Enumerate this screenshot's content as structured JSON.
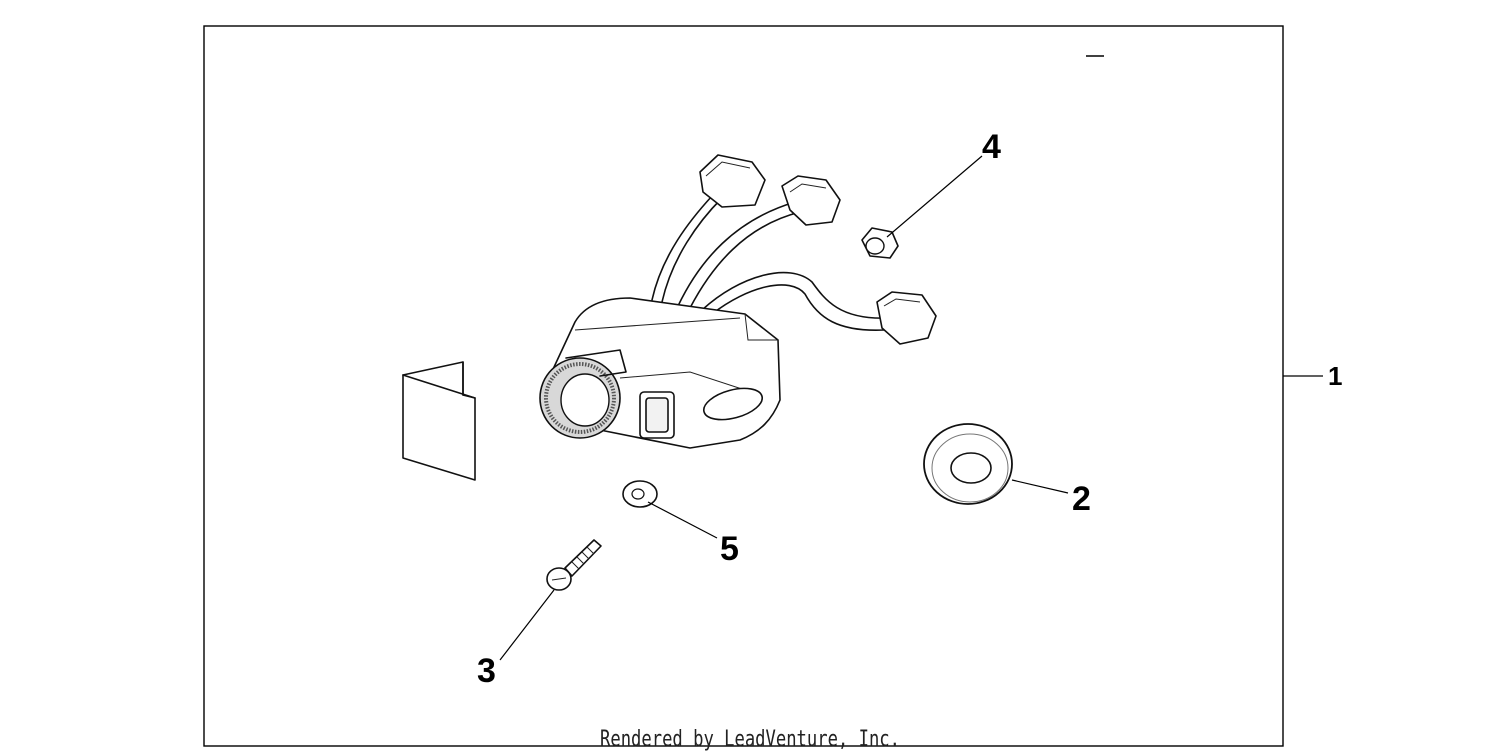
{
  "callouts": {
    "c1": "1",
    "c2": "2",
    "c3": "3",
    "c4": "4",
    "c5": "5"
  },
  "parts": {
    "p1": "switch-assembly-kit",
    "p2": "grommet",
    "p3": "screw",
    "p4": "collar",
    "p5": "washer"
  },
  "footer": "Rendered by LeadVenture, Inc."
}
